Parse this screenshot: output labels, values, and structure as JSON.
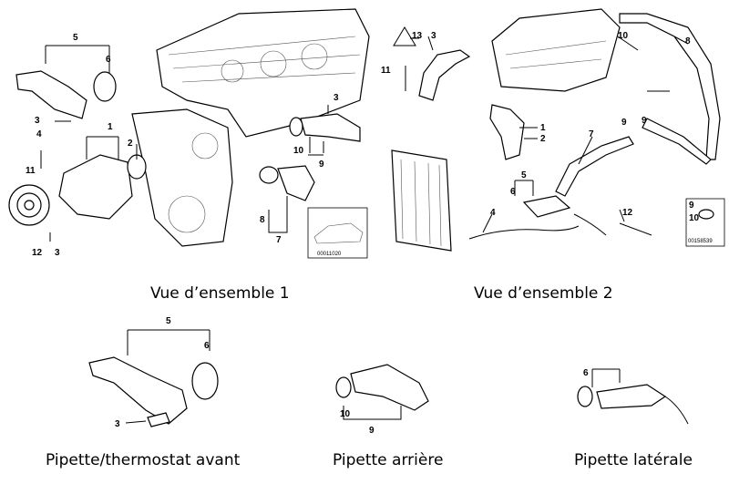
{
  "captions": {
    "view1": "Vue d’ensemble 1",
    "view2": "Vue d’ensemble 2",
    "front": "Pipette/thermostat avant",
    "rear": "Pipette arrière",
    "side": "Pipette latérale"
  },
  "view1_labels": {
    "l1": "1",
    "l2": "2",
    "l3a": "3",
    "l3b": "3",
    "l3c": "3",
    "l4": "4",
    "l5": "5",
    "l6": "6",
    "l7": "7",
    "l8": "8",
    "l9": "9",
    "l10": "10",
    "l11": "11",
    "l12": "12",
    "ref": "00011020"
  },
  "view2_labels": {
    "l1": "1",
    "l2": "2",
    "l3": "3",
    "l4": "4",
    "l5": "5",
    "l6": "6",
    "l7": "7",
    "l8": "8",
    "l9a": "9",
    "l9b": "9",
    "l9c": "9",
    "l10a": "10",
    "l10b": "10",
    "l11": "11",
    "l12": "12",
    "l13": "13",
    "ref": "00158539"
  },
  "front_labels": {
    "l3": "3",
    "l5": "5",
    "l6": "6"
  },
  "rear_labels": {
    "l9": "9",
    "l10": "10"
  },
  "side_labels": {
    "l6": "6"
  }
}
